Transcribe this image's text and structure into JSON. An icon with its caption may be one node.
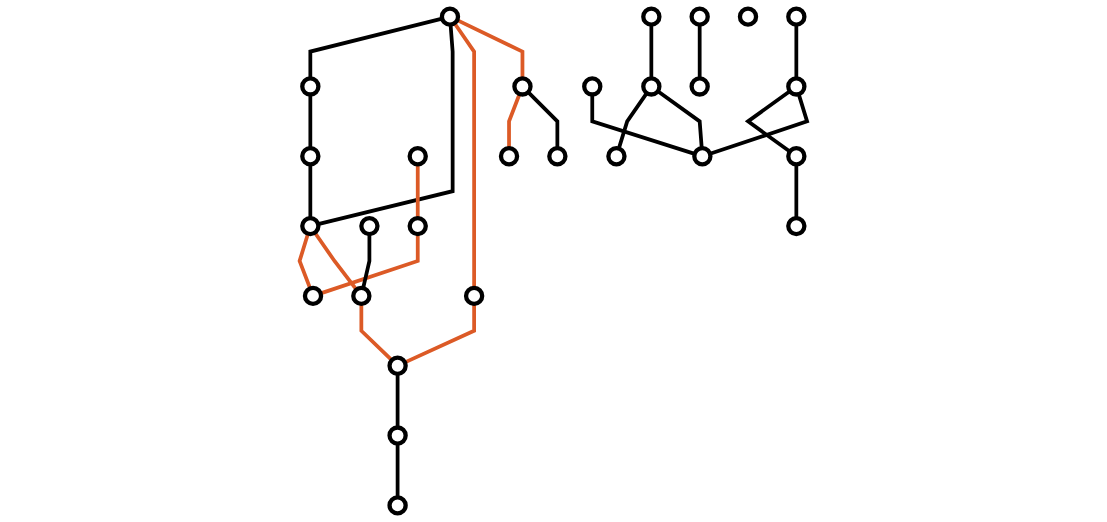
{
  "diagram": {
    "nodes": [
      {
        "text": [],
        "shape": "circle"
      },
      {
        "text": [],
        "shape": "circle"
      },
      {
        "text": [],
        "shape": "circle"
      },
      {
        "text": [],
        "shape": "circle"
      },
      {
        "text": [],
        "shape": "circle"
      },
      {
        "text": [],
        "shape": "circle"
      },
      {
        "text": [],
        "shape": "circle"
      },
      {
        "text": [],
        "shape": "circle"
      },
      {
        "text": [],
        "shape": "circle"
      },
      {
        "text": [],
        "shape": "circle"
      },
      {
        "text": [],
        "shape": "circle"
      },
      {
        "text": [],
        "shape": "circle"
      },
      {
        "text": [],
        "shape": "circle"
      },
      {
        "text": [],
        "shape": "circle"
      },
      {
        "text": [],
        "shape": "circle"
      },
      {
        "text": [],
        "shape": "circle"
      },
      {
        "text": [],
        "shape": "circle"
      },
      {
        "text": [],
        "shape": "circle"
      },
      {
        "text": [],
        "shape": "circle"
      },
      {
        "text": [],
        "shape": "circle"
      },
      {
        "text": [],
        "shape": "circle"
      },
      {
        "text": [],
        "shape": "circle"
      },
      {
        "text": [],
        "shape": "circle"
      },
      {
        "text": [],
        "shape": "circle"
      },
      {
        "text": [],
        "shape": "circle"
      },
      {
        "text": [],
        "shape": "circle"
      },
      {
        "text": [],
        "shape": "circle"
      },
      {
        "text": [],
        "shape": "circle"
      }
    ],
    "edges": [
      {
        "from": 1,
        "to": 0,
        "arrow": "none"
      },
      {
        "from": 0,
        "to": 3,
        "arrow": "none"
      },
      {
        "from": 1,
        "to": 5,
        "arrow": "none"
      },
      {
        "from": 3,
        "to": 5,
        "arrow": "none"
      },
      {
        "from": 1,
        "to": 9,
        "arrow": "none",
        "color": "#dc5a26"
      },
      {
        "from": 1,
        "to": 6,
        "arrow": "none",
        "color": "#dc5a26"
      },
      {
        "from": 2,
        "to": 4,
        "arrow": "none"
      },
      {
        "from": 5,
        "to": 15,
        "arrow": "none",
        "color": "#dc5a26"
      },
      {
        "from": 5,
        "to": 20,
        "arrow": "none",
        "color": "#dc5a26"
      },
      {
        "from": 8,
        "to": 14,
        "arrow": "none",
        "color": "#dc5a26"
      },
      {
        "from": 14,
        "to": 15,
        "arrow": "none",
        "color": "#dc5a26"
      },
      {
        "from": 9,
        "to": 16,
        "arrow": "none",
        "color": "#dc5a26"
      },
      {
        "from": 11,
        "to": 20,
        "arrow": "none"
      },
      {
        "from": 20,
        "to": 16,
        "arrow": "none",
        "color": "#dc5a26"
      },
      {
        "from": 16,
        "to": 26,
        "arrow": "none"
      },
      {
        "from": 26,
        "to": 22,
        "arrow": "none"
      },
      {
        "from": 21,
        "to": 24,
        "arrow": "none"
      },
      {
        "from": 6,
        "to": 18,
        "arrow": "none",
        "color": "#dc5a26"
      },
      {
        "from": 6,
        "to": 27,
        "arrow": "none"
      },
      {
        "from": 4,
        "to": 10,
        "arrow": "none"
      },
      {
        "from": 10,
        "to": 23,
        "arrow": "none"
      },
      {
        "from": 4,
        "to": 25,
        "arrow": "none"
      },
      {
        "from": 7,
        "to": 12,
        "arrow": "none"
      },
      {
        "from": 12,
        "to": 19,
        "arrow": "none"
      },
      {
        "from": 12,
        "to": 25,
        "arrow": "none"
      },
      {
        "from": 17,
        "to": 25,
        "arrow": "none"
      }
    ]
  }
}
